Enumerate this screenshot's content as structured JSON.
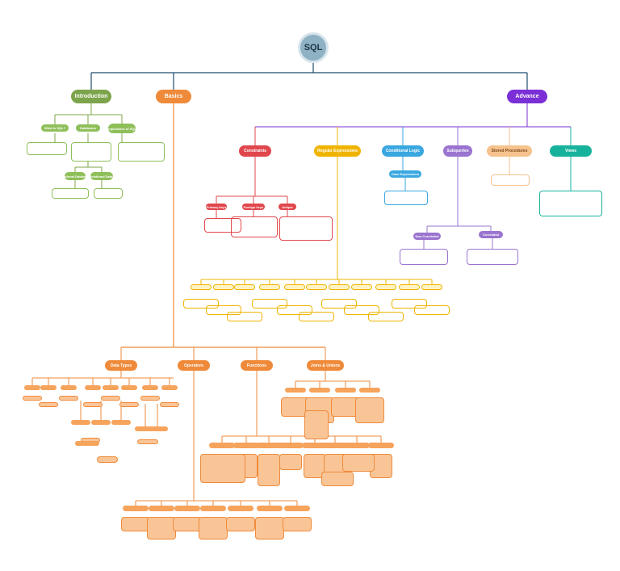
{
  "root": {
    "label": "SQL"
  },
  "branches": {
    "introduction": {
      "label": "Introduction",
      "children": [
        "What is SQL?",
        "Databases",
        "Importance of SQL"
      ],
      "leaves": [
        "Relational Databases",
        "Non-Relational Databases"
      ]
    },
    "basics": {
      "label": "Basics",
      "children": [
        "Data Types",
        "Operators",
        "Functions",
        "Joins & Unions"
      ]
    },
    "advance": {
      "label": "Advance",
      "children": [
        "Constraints",
        "Regular Expressions",
        "Conditional Logic",
        "Subqueries",
        "Stored Procedures",
        "Views"
      ],
      "constraints_children": [
        "Primary keys",
        "Foreign keys",
        "Unique"
      ],
      "conditional_children": [
        "Case Expressions"
      ],
      "subquery_children": [
        "Non Correlated",
        "Correlated"
      ]
    }
  },
  "colors": {
    "root": "#8fb1c4",
    "introduction": "#7ca44a",
    "basics": "#ef8a3a",
    "advance": "#7b2fd6",
    "constraints": "#e0474c",
    "regex": "#f0b400",
    "conditional": "#3aa7e0",
    "subqueries": "#9a74cf",
    "stored": "#f6c28e",
    "views": "#17b29c"
  }
}
